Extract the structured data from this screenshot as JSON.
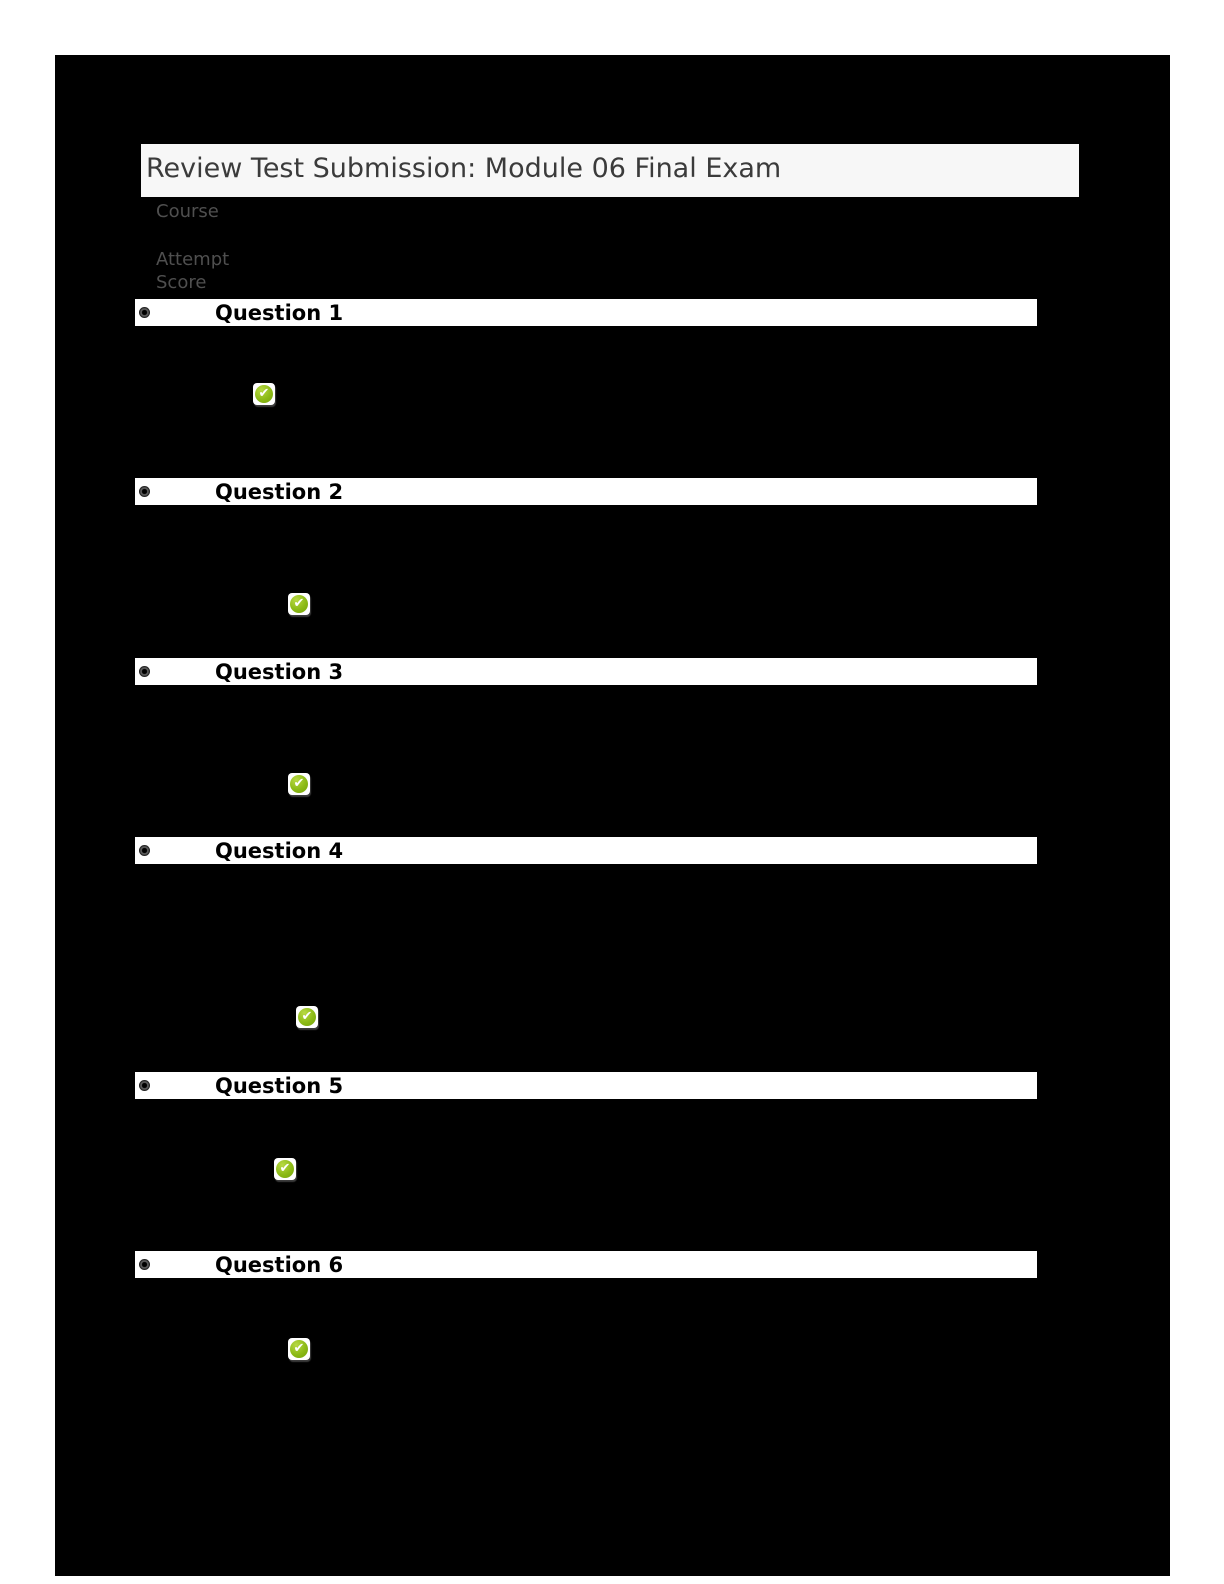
{
  "header": {
    "title": "Review Test Submission: Module 06 Final Exam"
  },
  "meta": {
    "course_label": "Course",
    "attempt_label": "Attempt",
    "score_label": "Score"
  },
  "questions": [
    {
      "label": "Question 1",
      "status": "correct"
    },
    {
      "label": "Question 2",
      "status": "correct"
    },
    {
      "label": "Question 3",
      "status": "correct"
    },
    {
      "label": "Question 4",
      "status": "correct"
    },
    {
      "label": "Question 5",
      "status": "correct"
    },
    {
      "label": "Question 6",
      "status": "correct"
    }
  ],
  "icons": {
    "bullet": "radio-bullet-icon",
    "correct_check": "green-check-icon",
    "check_glyph": "✔"
  },
  "colors": {
    "page_bg": "#ffffff",
    "content_bg": "#000000",
    "title_bar_bg": "#f7f7f7",
    "title_text": "#3b3b3b",
    "meta_text": "#4f4f4f",
    "question_bar_bg": "#ffffff",
    "question_text": "#000000",
    "check_green": "#8cba16",
    "check_mark": "#ffffff"
  }
}
